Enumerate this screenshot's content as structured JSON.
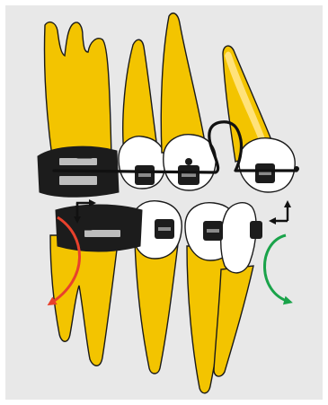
{
  "diagram": {
    "colors": {
      "panel": "#e8e8e8",
      "root": "#f3c400",
      "root_light": "#ffe27a",
      "crown": "#ffffff",
      "outline": "#1a1a1a",
      "band": "#1c1c1c",
      "band_slot": "#bdbdbd",
      "bracket": "#1c1c1c",
      "wire": "#111111",
      "arrow_black": "#111111",
      "arrow_red": "#e8412c",
      "arrow_green": "#1aa34a"
    },
    "teeth": [
      {
        "name": "upper-molar",
        "arch": "upper"
      },
      {
        "name": "upper-premolar-1",
        "arch": "upper"
      },
      {
        "name": "upper-premolar-2",
        "arch": "upper"
      },
      {
        "name": "upper-canine",
        "arch": "upper"
      },
      {
        "name": "lower-molar",
        "arch": "lower"
      },
      {
        "name": "lower-premolar-1",
        "arch": "lower"
      },
      {
        "name": "lower-premolar-2",
        "arch": "lower"
      },
      {
        "name": "lower-canine",
        "arch": "lower"
      }
    ],
    "appliances": {
      "bands": [
        "upper-molar-band",
        "lower-molar-band"
      ],
      "brackets": [
        "bracket-upper-1",
        "bracket-upper-2",
        "bracket-upper-3",
        "bracket-lower-1",
        "bracket-lower-2",
        "bracket-lower-3"
      ],
      "archwire": "archwire-with-loop"
    },
    "movements": [
      {
        "name": "molar-force-vector",
        "icon": "corner-arrows-icon",
        "color": "arrow_black"
      },
      {
        "name": "canine-force-vector",
        "icon": "corner-arrows-icon",
        "color": "arrow_black"
      },
      {
        "name": "molar-rotation",
        "icon": "curved-arrow-icon",
        "color": "arrow_red"
      },
      {
        "name": "canine-rotation",
        "icon": "curved-arrow-icon",
        "color": "arrow_green"
      }
    ]
  }
}
